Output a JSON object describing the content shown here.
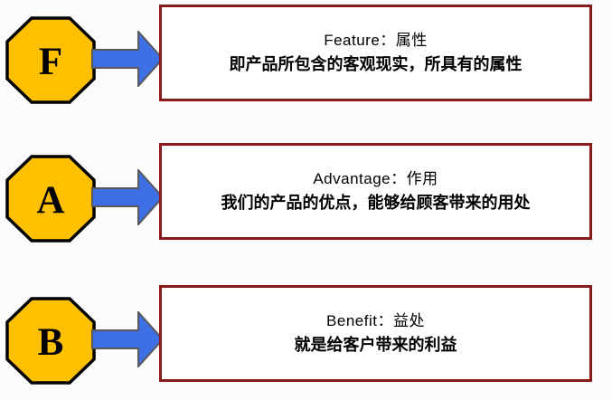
{
  "diagram": {
    "name": "FAB selling-points diagram",
    "background_color": "#fbfbfb",
    "badge_fill_color": "#ffc000",
    "badge_stroke_color": "#000000",
    "arrow_fill_color": "#3f6fe5",
    "arrow_stroke_color": "#595959",
    "box_border_color": "#8b1a1a",
    "box_fill_color": "#ffffff",
    "rows": [
      {
        "badge_letter": "F",
        "badge_shape": "octagon",
        "arrow_icon": "right-arrow-icon",
        "title": "Feature：属性",
        "description": "即产品所包含的客观现实，所具有的属性"
      },
      {
        "badge_letter": "A",
        "badge_shape": "octagon",
        "arrow_icon": "right-arrow-icon",
        "title": "Advantage：作用",
        "description": "我们的产品的优点，能够给顾客带来的用处"
      },
      {
        "badge_letter": "B",
        "badge_shape": "octagon",
        "arrow_icon": "right-arrow-icon",
        "title": "Benefit：益处",
        "description": "就是给客户带来的利益"
      }
    ]
  }
}
